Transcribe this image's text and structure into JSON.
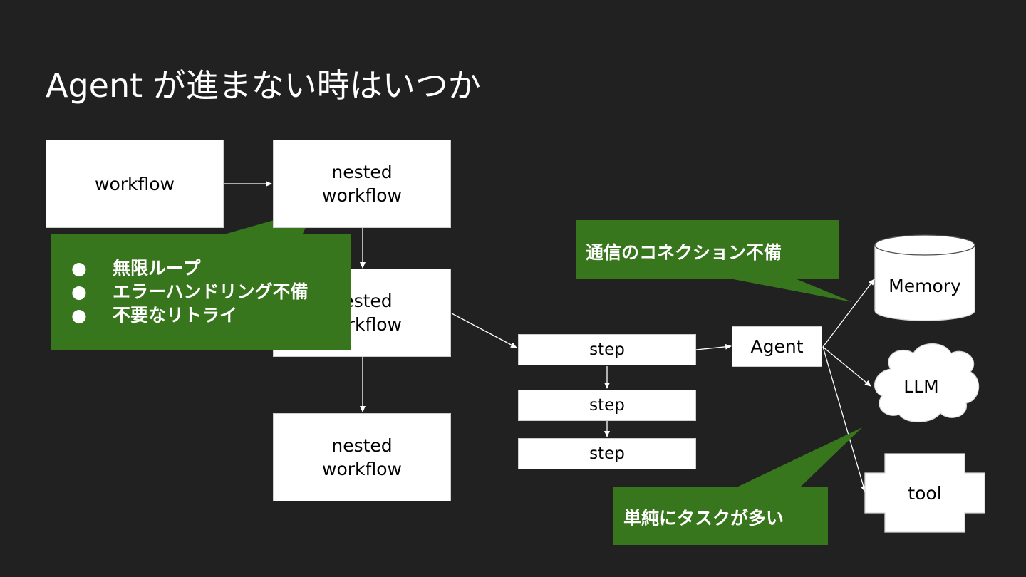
{
  "slide": {
    "title": "Agent が進まない時はいつか",
    "colors": {
      "background": "#212121",
      "callout": "#38761d",
      "box": "#ffffff",
      "line": "#ffffff"
    },
    "boxes": {
      "workflow": "workflow",
      "nested_1": [
        "nested",
        "workflow"
      ],
      "nested_2": [
        "nested",
        "workflow"
      ],
      "nested_3": [
        "nested",
        "workflow"
      ],
      "step_1": "step",
      "step_2": "step",
      "step_3": "step",
      "agent": "Agent",
      "memory": "Memory",
      "llm": "LLM",
      "tool": "tool"
    },
    "callouts": {
      "loop": {
        "bullet_symbol": "●",
        "items": [
          "無限ループ",
          "エラーハンドリング不備",
          "不要なリトライ"
        ]
      },
      "connection": "通信のコネクション不備",
      "tasks": "単純にタスクが多い"
    },
    "icons": [
      "cylinder-icon",
      "cloud-icon",
      "plus-shape-icon",
      "arrow-icon"
    ]
  }
}
